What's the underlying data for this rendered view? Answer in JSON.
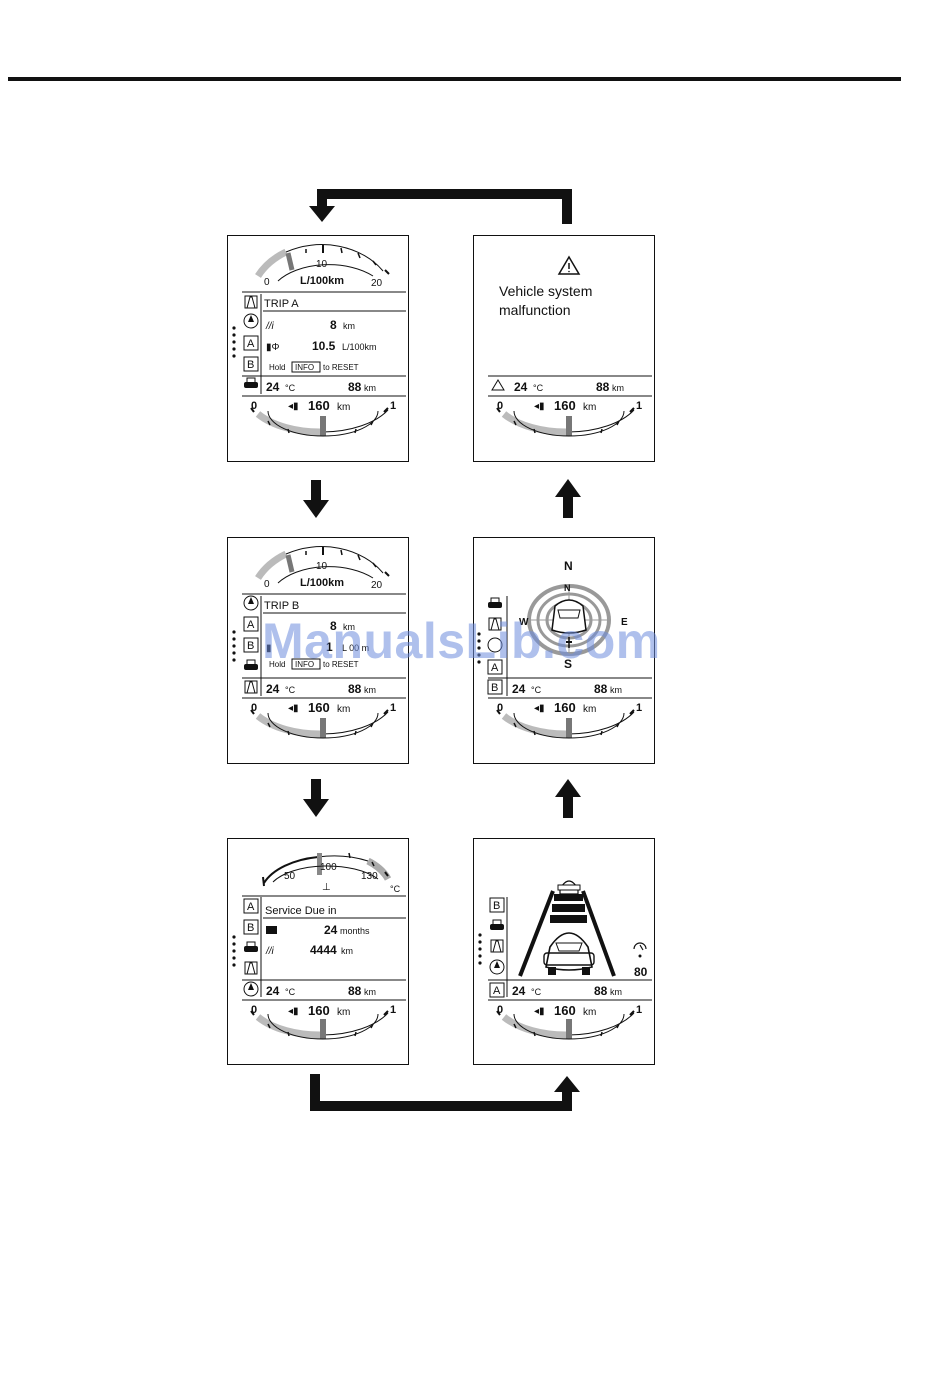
{
  "units": {
    "km": "km",
    "celsius": "°C",
    "consumption": "L/100km"
  },
  "bottom_bar": {
    "temp": "24",
    "odo": "88",
    "range": "160",
    "gauge_min": "0",
    "gauge_max": "1"
  },
  "panel_trip_a": {
    "gauge": {
      "min": "0",
      "mid": "10",
      "max": "20",
      "unit": "L/100km"
    },
    "title": "TRIP A",
    "distance": "8",
    "consumption": "10.5",
    "hold": "Hold",
    "info": "INFO",
    "reset": "to RESET",
    "side_a": "A",
    "side_b": "B"
  },
  "panel_trip_b": {
    "gauge": {
      "min": "0",
      "mid": "10",
      "max": "20",
      "unit": "L/100km"
    },
    "title": "TRIP B",
    "distance": "8",
    "consumption_partial": "1",
    "consumption_unit_partial": "L  00 m",
    "hold": "Hold",
    "info": "INFO",
    "reset": "to RESET",
    "side_a": "A",
    "side_b": "B"
  },
  "panel_service": {
    "gauge": {
      "min": "50",
      "mid": "100",
      "max": "130",
      "unit": "°C"
    },
    "title": "Service Due in",
    "months_value": "24",
    "months_unit": "months",
    "km_value": "4444",
    "side_a": "A",
    "side_b": "B"
  },
  "panel_warning": {
    "line1": "Vehicle system",
    "line2": "malfunction"
  },
  "panel_compass": {
    "n": "N",
    "s": "S",
    "e": "E",
    "w": "W",
    "side_a": "A",
    "side_b": "B"
  },
  "panel_lane": {
    "speed": "80",
    "side_a": "A",
    "side_b": "B"
  },
  "watermark": "ManualsLib.com"
}
